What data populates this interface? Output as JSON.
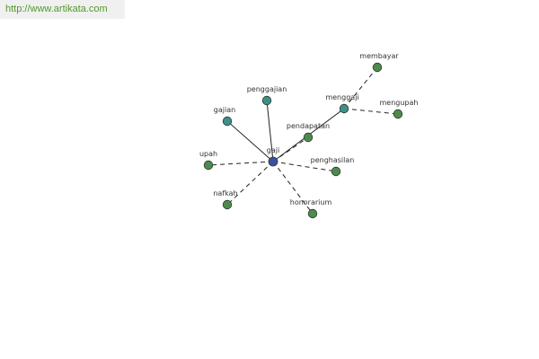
{
  "source_url": "http://www.artikata.com",
  "colors": {
    "root_node": "#3e4ea0",
    "teal_node": "#3f8f8a",
    "green_node": "#4e8a4e",
    "node_stroke": "#2a3a2a",
    "edge": "#222222",
    "url_text": "#4f9a2a"
  },
  "graph": {
    "nodes": [
      {
        "id": "gaji",
        "label": "gaji",
        "kind": "root"
      },
      {
        "id": "penggajian",
        "label": "penggajian",
        "kind": "teal"
      },
      {
        "id": "gajian",
        "label": "gajian",
        "kind": "teal"
      },
      {
        "id": "menggaji",
        "label": "menggaji",
        "kind": "teal"
      },
      {
        "id": "pendapatan",
        "label": "pendapatan",
        "kind": "green"
      },
      {
        "id": "upah",
        "label": "upah",
        "kind": "green"
      },
      {
        "id": "penghasilan",
        "label": "penghasilan",
        "kind": "green"
      },
      {
        "id": "nafkah",
        "label": "nafkah",
        "kind": "green"
      },
      {
        "id": "honorarium",
        "label": "honorarium",
        "kind": "green"
      },
      {
        "id": "membayar",
        "label": "membayar",
        "kind": "green"
      },
      {
        "id": "mengupah",
        "label": "mengupah",
        "kind": "green"
      }
    ],
    "edges": [
      {
        "from": "gaji",
        "to": "penggajian",
        "style": "solid"
      },
      {
        "from": "gaji",
        "to": "gajian",
        "style": "solid"
      },
      {
        "from": "gaji",
        "to": "menggaji",
        "style": "solid"
      },
      {
        "from": "gaji",
        "to": "pendapatan",
        "style": "dashed"
      },
      {
        "from": "gaji",
        "to": "upah",
        "style": "dashed"
      },
      {
        "from": "gaji",
        "to": "penghasilan",
        "style": "dashed"
      },
      {
        "from": "gaji",
        "to": "nafkah",
        "style": "dashed"
      },
      {
        "from": "gaji",
        "to": "honorarium",
        "style": "dashed"
      },
      {
        "from": "menggaji",
        "to": "membayar",
        "style": "dashed"
      },
      {
        "from": "menggaji",
        "to": "mengupah",
        "style": "dashed"
      }
    ]
  }
}
